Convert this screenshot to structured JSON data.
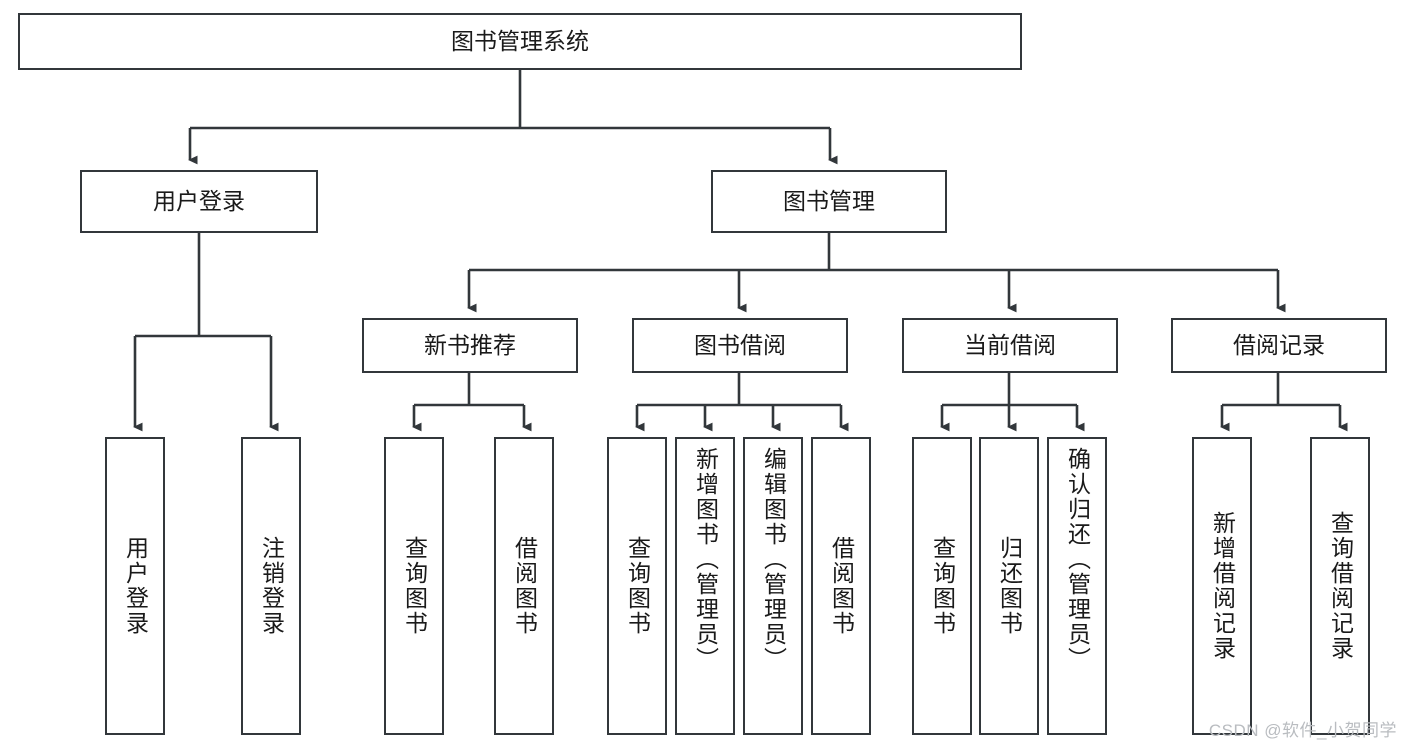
{
  "diagram": {
    "title": "图书管理系统",
    "type": "tree-hierarchy",
    "watermark": "CSDN @软件_小贺同学",
    "line_color": "#32373b",
    "box_fill": "#ffffff",
    "text_color": "#1a1a1a"
  },
  "nodes": {
    "root": {
      "label": "图书管理系统"
    },
    "level1": [
      {
        "id": "user-login",
        "label": "用户登录"
      },
      {
        "id": "book-manage",
        "label": "图书管理"
      }
    ],
    "level2": [
      {
        "id": "new-book-rec",
        "label": "新书推荐",
        "parent": "book-manage"
      },
      {
        "id": "book-borrow",
        "label": "图书借阅",
        "parent": "book-manage"
      },
      {
        "id": "current-borrow",
        "label": "当前借阅",
        "parent": "book-manage"
      },
      {
        "id": "borrow-record",
        "label": "借阅记录",
        "parent": "book-manage"
      }
    ],
    "leaves": {
      "user_login": [
        {
          "id": "leaf-user-login",
          "label": "用户登录"
        },
        {
          "id": "leaf-logout",
          "label": "注销登录"
        }
      ],
      "new_book_rec": [
        {
          "id": "leaf-query-book-1",
          "label": "查询图书"
        },
        {
          "id": "leaf-borrow-book-1",
          "label": "借阅图书"
        }
      ],
      "book_borrow": [
        {
          "id": "leaf-query-book-2",
          "label": "查询图书"
        },
        {
          "id": "leaf-add-book",
          "label": "新增图书（管理员）"
        },
        {
          "id": "leaf-edit-book",
          "label": "编辑图书（管理员）"
        },
        {
          "id": "leaf-borrow-book-2",
          "label": "借阅图书"
        }
      ],
      "current_borrow": [
        {
          "id": "leaf-query-book-3",
          "label": "查询图书"
        },
        {
          "id": "leaf-return-book",
          "label": "归还图书"
        },
        {
          "id": "leaf-confirm-return",
          "label": "确认归还（管理员）"
        }
      ],
      "borrow_record": [
        {
          "id": "leaf-add-record",
          "label": "新增借阅记录"
        },
        {
          "id": "leaf-query-record",
          "label": "查询借阅记录"
        }
      ]
    }
  }
}
